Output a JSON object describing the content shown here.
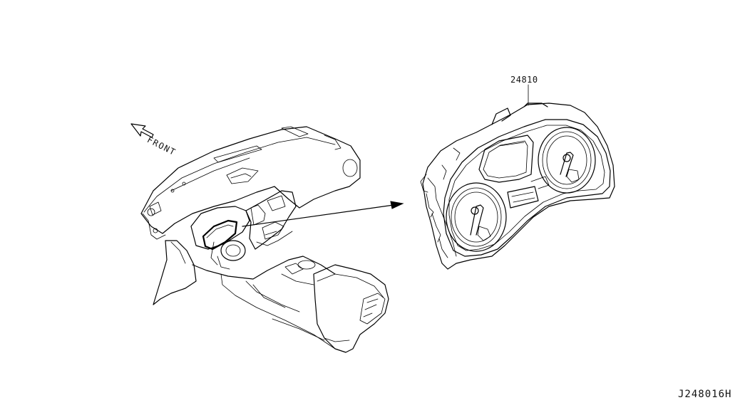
{
  "labels": {
    "front": "FRONT",
    "part_number": "24810",
    "diagram_id": "J248016H"
  },
  "colors": {
    "line": "#000000",
    "background": "#ffffff"
  },
  "icons": {
    "front_arrow": "direction-arrow-icon"
  }
}
